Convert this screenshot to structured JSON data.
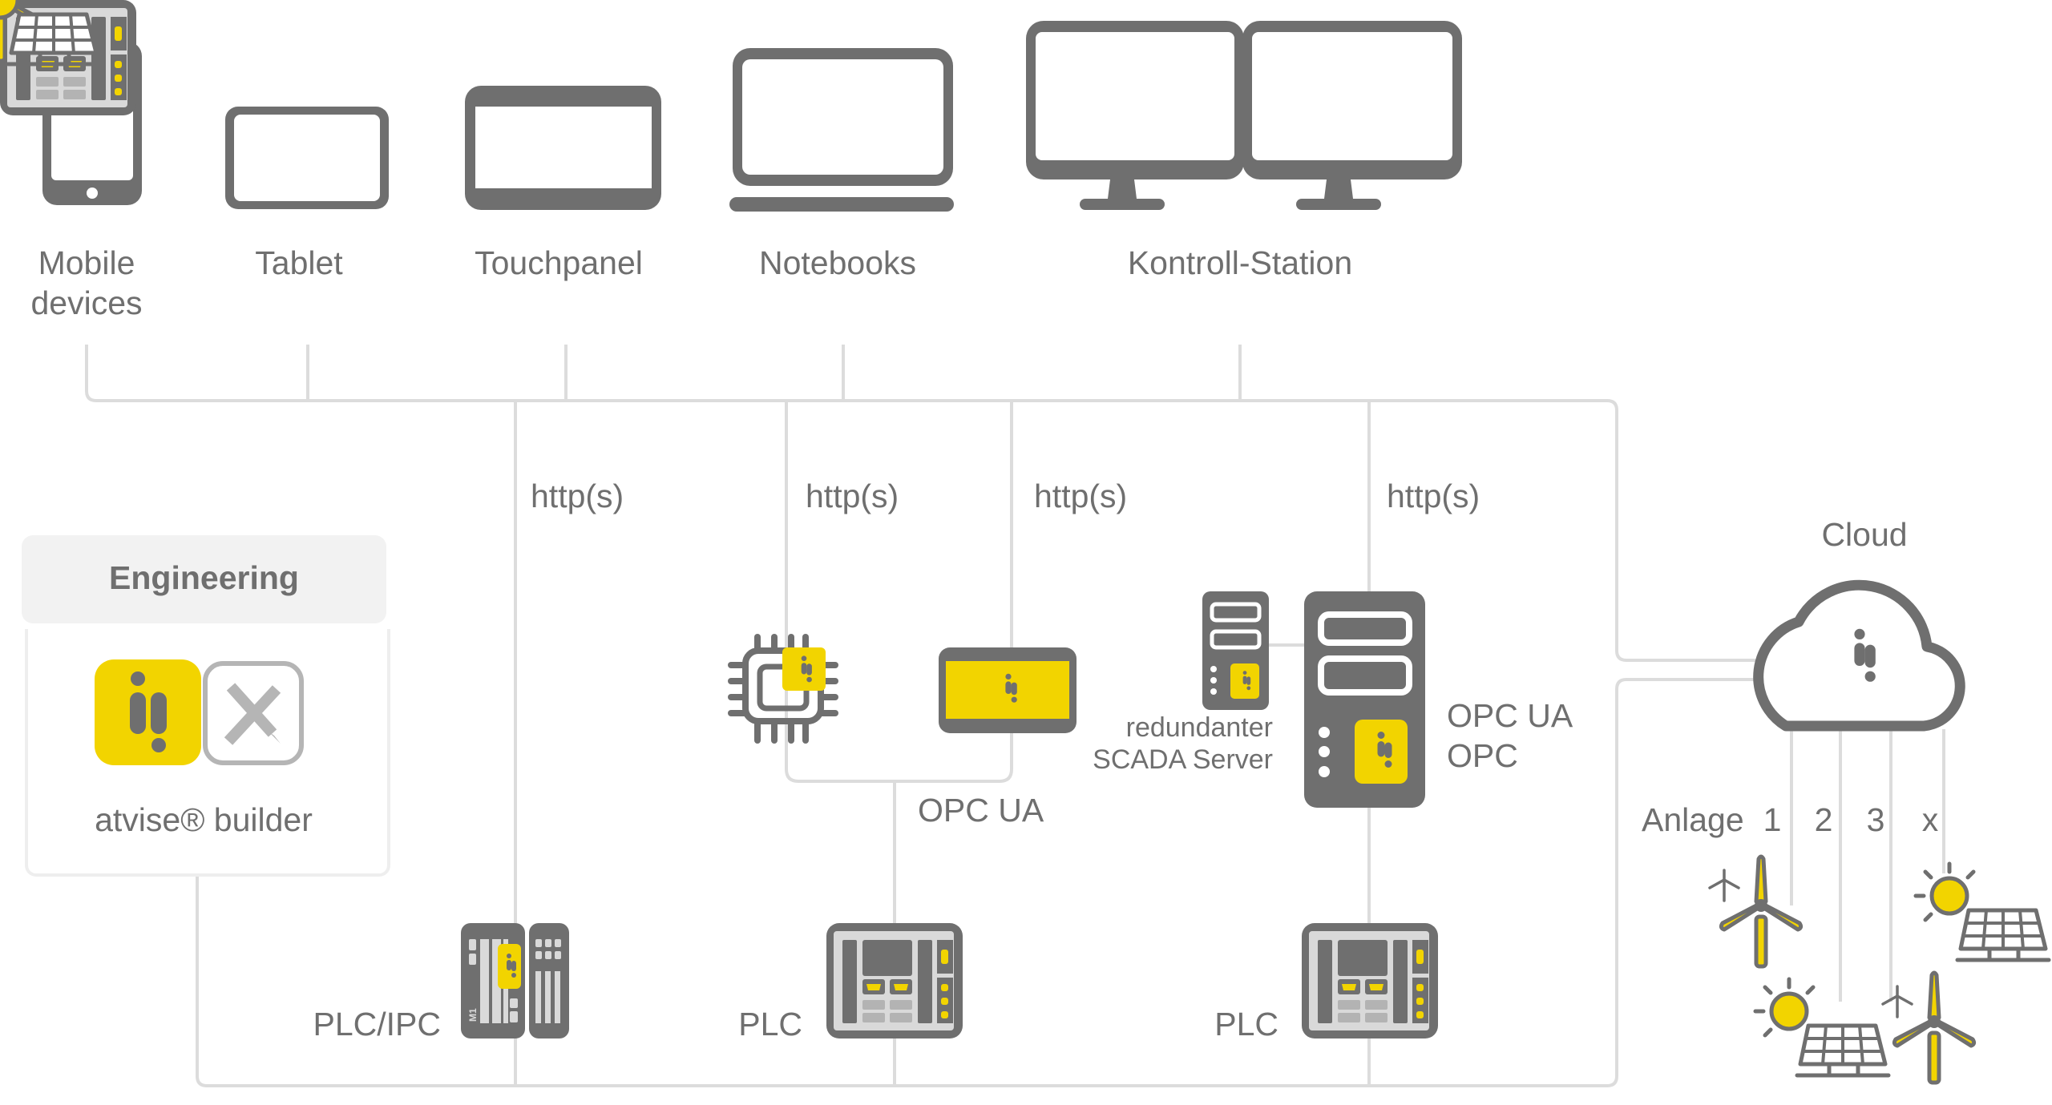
{
  "devices": [
    {
      "name": "Mobile devices",
      "line1": "Mobile",
      "line2": "devices",
      "icon": "smartphone-icon"
    },
    {
      "name": "Tablet",
      "line1": "Tablet",
      "icon": "tablet-icon"
    },
    {
      "name": "Touchpanel",
      "line1": "Touchpanel",
      "icon": "touchpanel-icon"
    },
    {
      "name": "Notebooks",
      "line1": "Notebooks",
      "icon": "laptop-icon"
    },
    {
      "name": "Kontroll-Station",
      "line1": "Kontroll-Station",
      "icon": "dual-monitor-icon"
    }
  ],
  "protocols": {
    "http": [
      "http(s)",
      "http(s)",
      "http(s)",
      "http(s)"
    ],
    "opc_ua_mid": "OPC UA",
    "opc_ua_right_1": "OPC UA",
    "opc_ua_right_2": "OPC"
  },
  "engineering": {
    "title": "Engineering",
    "product": "atvise® builder"
  },
  "servers": {
    "redundant_line1": "redundanter",
    "redundant_line2": "SCADA Server"
  },
  "controllers": [
    {
      "label": "PLC/IPC",
      "icon": "plc-ipc-icon"
    },
    {
      "label": "PLC",
      "icon": "plc-icon"
    },
    {
      "label": "PLC",
      "icon": "plc-icon"
    }
  ],
  "cloud": {
    "label": "Cloud",
    "plants_label": "Anlage",
    "plants": [
      "1",
      "2",
      "3",
      "x"
    ]
  },
  "colors": {
    "icon_gray": "#6f6f6f",
    "line_gray": "#dcdcdc",
    "accent_yellow": "#f2d400",
    "light_gray": "#d9d9d9"
  }
}
